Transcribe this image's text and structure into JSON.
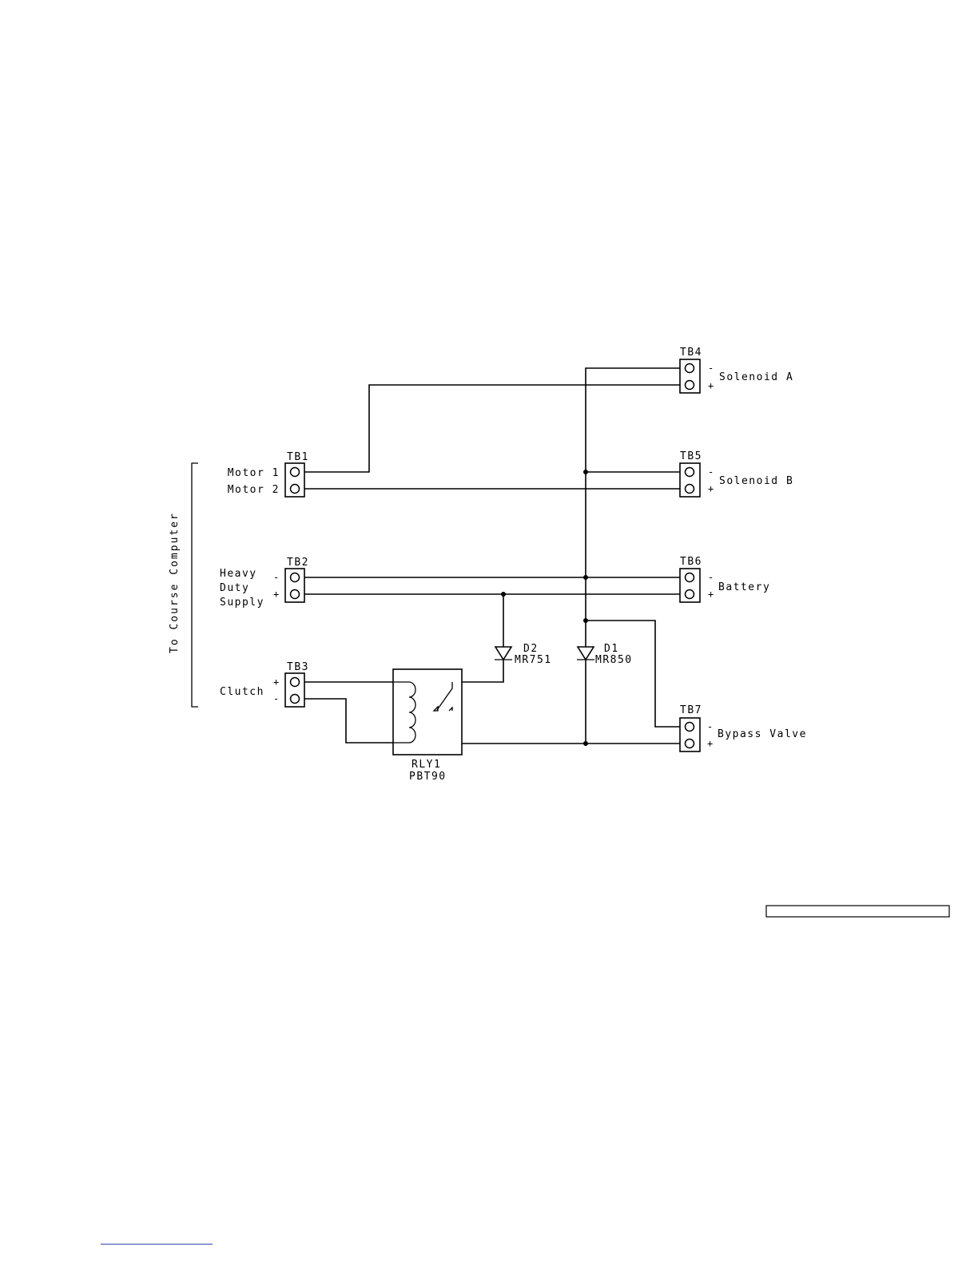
{
  "side_label": "To Course Computer",
  "terminals": {
    "tb1": {
      "name": "TB1",
      "pins": [
        "Motor 1",
        "Motor 2"
      ]
    },
    "tb2": {
      "name": "TB2",
      "label": [
        "Heavy",
        "Duty",
        "Supply"
      ],
      "pins": [
        "-",
        "+"
      ]
    },
    "tb3": {
      "name": "TB3",
      "label": "Clutch",
      "pins": [
        "+",
        "-"
      ]
    },
    "tb4": {
      "name": "TB4",
      "label": "Solenoid A",
      "pins": [
        "-",
        "+"
      ]
    },
    "tb5": {
      "name": "TB5",
      "label": "Solenoid B",
      "pins": [
        "-",
        "+"
      ]
    },
    "tb6": {
      "name": "TB6",
      "label": "Battery",
      "pins": [
        "-",
        "+"
      ]
    },
    "tb7": {
      "name": "TB7",
      "label": "Bypass Valve",
      "pins": [
        "-",
        "+"
      ]
    }
  },
  "diodes": {
    "d1": {
      "name": "D1",
      "part": "MR850"
    },
    "d2": {
      "name": "D2",
      "part": "MR751"
    }
  },
  "relay": {
    "name": "RLY1",
    "part": "PBT90"
  }
}
